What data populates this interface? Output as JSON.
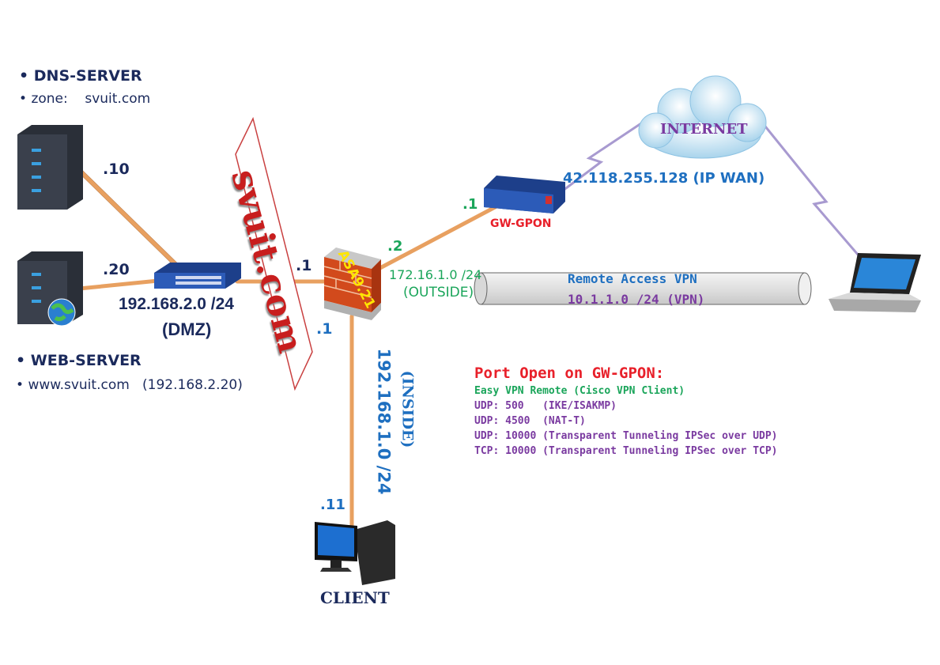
{
  "dns_server": {
    "title": "DNS-SERVER",
    "zone_label": "zone:",
    "zone_value": "svuit.com",
    "host_ip": ".10"
  },
  "web_server": {
    "title": "WEB-SERVER",
    "url": "www.svuit.com",
    "ip": "(192.168.2.20)",
    "host_ip": ".20"
  },
  "dmz": {
    "network": "192.168.2.0 /24",
    "label": "(DMZ)",
    "gateway_ip": ".1"
  },
  "watermark": "svuit.com",
  "firewall": {
    "label": "ASA9.21"
  },
  "inside": {
    "network": "192.168.1.0 /24",
    "label": "(INSIDE)",
    "gateway_ip": ".1"
  },
  "outside": {
    "network": "172.16.1.0 /24",
    "label": "(OUTSIDE)",
    "asa_ip": ".2",
    "gw_ip": ".1"
  },
  "gateway": {
    "label": "GW-GPON",
    "wan": "42.118.255.128 (IP WAN)"
  },
  "internet": {
    "label": "INTERNET"
  },
  "vpn": {
    "title": "Remote Access VPN",
    "network": "10.1.1.0 /24 (VPN)"
  },
  "client": {
    "label": "CLIENT",
    "ip": ".11"
  },
  "ports": {
    "title": "Port Open on GW-GPON:",
    "subtitle": "Easy VPN Remote (Cisco VPN Client)",
    "lines": [
      "UDP: 500   (IKE/ISAKMP)",
      "UDP: 4500  (NAT-T)",
      "UDP: 10000 (Transparent Tunneling IPSec over UDP)",
      "TCP: 10000 (Transparent Tunneling IPSec over TCP)"
    ]
  },
  "colors": {
    "link": "#e8a060",
    "navy": "#1b2a5c",
    "blue": "#1e6fc0",
    "green": "#1aa55a",
    "purple": "#7a3aa0",
    "red": "#e8202a"
  }
}
